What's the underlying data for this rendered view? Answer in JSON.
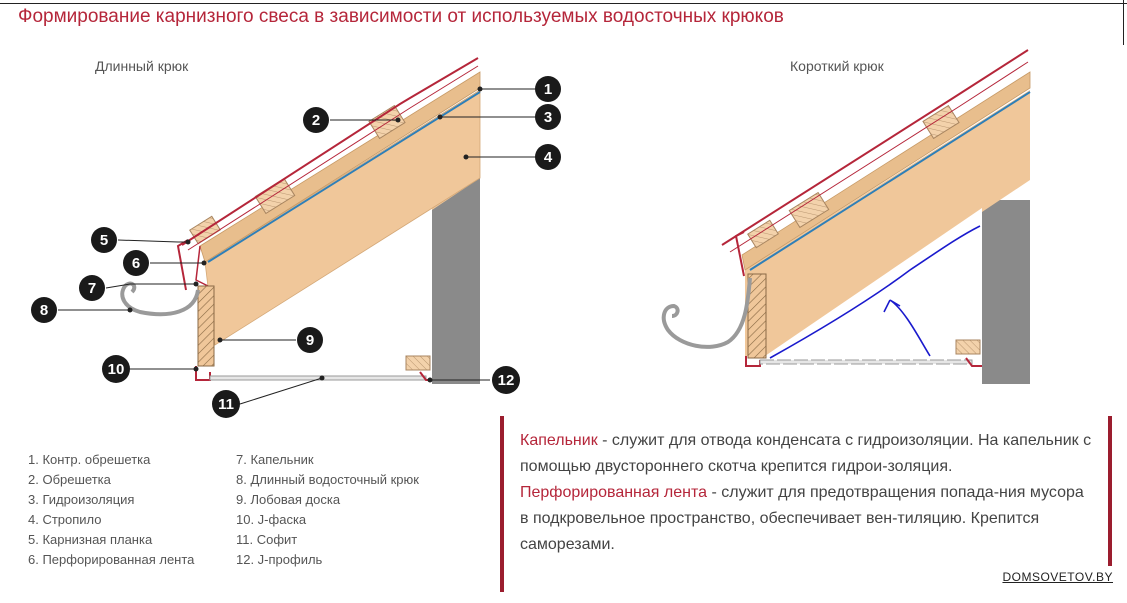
{
  "title": "Формирование карнизного свеса в зависимости от используемых водосточных крюков",
  "left_caption": "Длинный крюк",
  "right_caption": "Короткий крюк",
  "callouts": [
    "1",
    "2",
    "3",
    "4",
    "5",
    "6",
    "7",
    "8",
    "9",
    "10",
    "11",
    "12"
  ],
  "legend_left": [
    "1. Контр. обрешетка",
    "2. Обрешетка",
    "3. Гидроизоляция",
    "4. Стропило",
    "5. Карнизная планка",
    "6. Перфорированная лента"
  ],
  "legend_right": [
    "7. Капельник",
    "8. Длинный водосточный крюк",
    "9. Лобовая доска",
    "10. J-фаска",
    "11. Софит",
    "12. J-профиль"
  ],
  "info": {
    "drip_term": "Капельник",
    "drip_text": " - служит для отвода конденсата с гидроизоляции. На капельник  с помощью двустороннего скотча крепится гидрои-золяция.",
    "tape_term": "Перфорированная лента",
    "tape_text": " - служит для предотвращения попада-ния  мусора в подкровельное пространство, обеспечивает вен-тиляцию. Крепится саморезами."
  },
  "watermark": "DOMSOVETOV.BY",
  "colors": {
    "accent": "#b5263a",
    "wood": "#f0c79a",
    "wall": "#8a8a8a",
    "membrane": "#2e7fb8",
    "annotation": "#1a1acd"
  }
}
